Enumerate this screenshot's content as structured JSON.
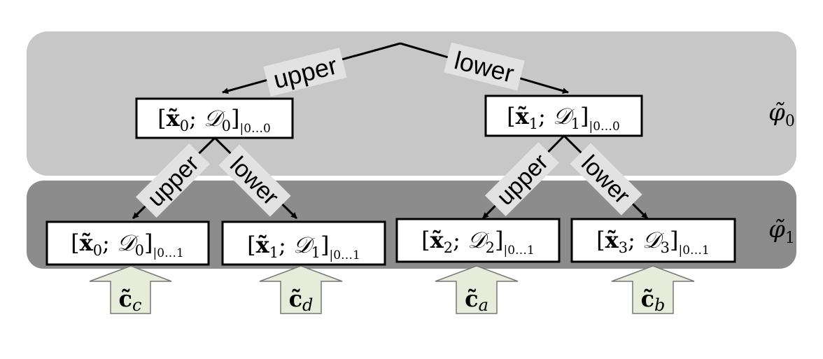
{
  "levels": {
    "top": {
      "label": "φ̃0",
      "base": "φ̃",
      "sub": "0",
      "color": "#c7c7c7"
    },
    "bottom": {
      "label": "φ̃1",
      "base": "φ̃",
      "sub": "1",
      "color": "#8c8c8c"
    }
  },
  "edge_labels": {
    "upper": "upper",
    "lower": "lower"
  },
  "nodes": {
    "n0": {
      "vec": "x̃",
      "vec_sub": "0",
      "dom": "𝒟",
      "dom_sub": "0",
      "range": "|0…0"
    },
    "n1": {
      "vec": "x̃",
      "vec_sub": "1",
      "dom": "𝒟",
      "dom_sub": "1",
      "range": "|0…0"
    },
    "m0": {
      "vec": "x̃",
      "vec_sub": "0",
      "dom": "𝒟",
      "dom_sub": "0",
      "range": "|0…1"
    },
    "m1": {
      "vec": "x̃",
      "vec_sub": "1",
      "dom": "𝒟",
      "dom_sub": "1",
      "range": "|0…1"
    },
    "m2": {
      "vec": "x̃",
      "vec_sub": "2",
      "dom": "𝒟",
      "dom_sub": "2",
      "range": "|0…1"
    },
    "m3": {
      "vec": "x̃",
      "vec_sub": "3",
      "dom": "𝒟",
      "dom_sub": "3",
      "range": "|0…1"
    }
  },
  "inputs": {
    "c0": {
      "base": "c̃",
      "sub": "c"
    },
    "c1": {
      "base": "c̃",
      "sub": "d"
    },
    "c2": {
      "base": "c̃",
      "sub": "a"
    },
    "c3": {
      "base": "c̃",
      "sub": "b"
    }
  },
  "colors": {
    "arrow_fill": "#e6ecd9",
    "node_fill": "#ffffff",
    "label_bg": "#e2e2e2"
  }
}
